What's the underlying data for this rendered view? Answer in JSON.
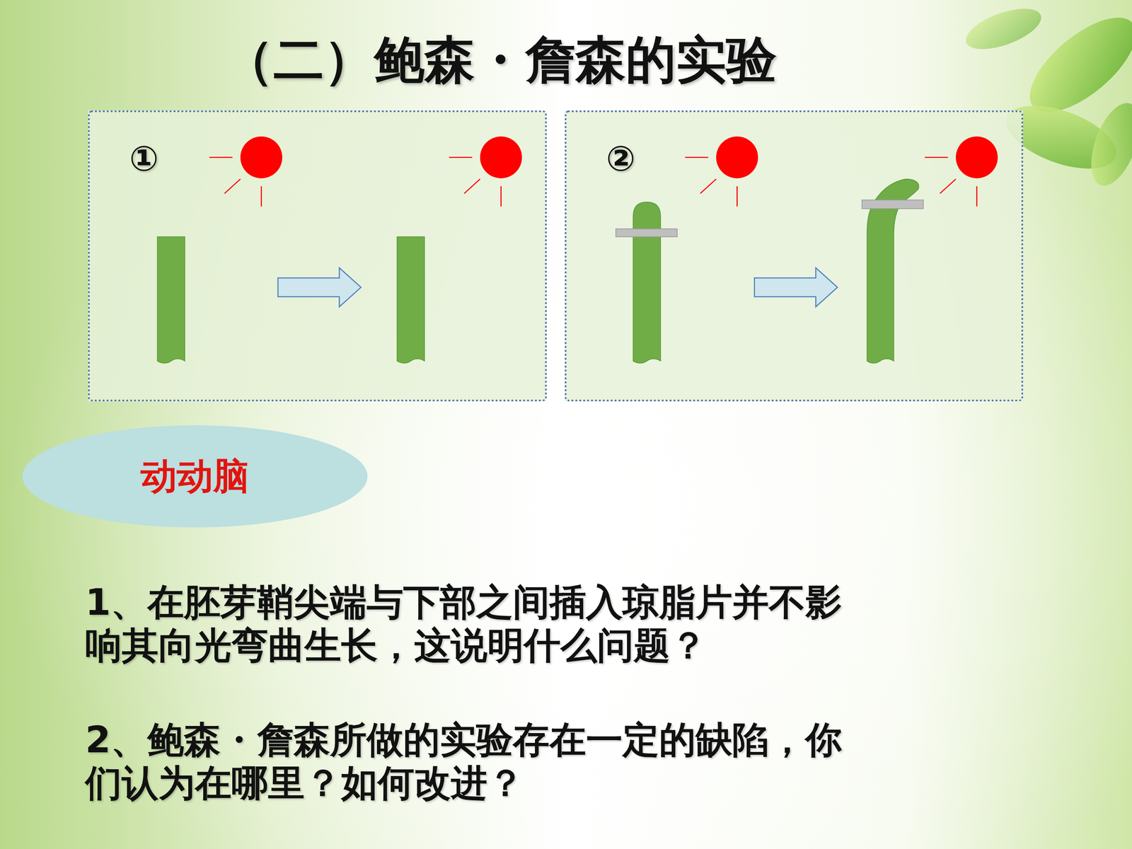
{
  "diagram": {
    "title": "（二）鲍森・詹森的实验",
    "nodes": [
      {
        "text": [
          "①"
        ]
      },
      {
        "text": [
          "②"
        ]
      },
      {
        "text": [
          "动动脑"
        ]
      }
    ],
    "labels": [
      "1、在胚芽鞘尖端与下部之间插入琼脂片并不影 响其向光弯曲生长，这说明什么问题？",
      "2、鲍森・詹森所做的实验存在一定的缺陷，你 们认为在哪里？如何改进？"
    ]
  }
}
